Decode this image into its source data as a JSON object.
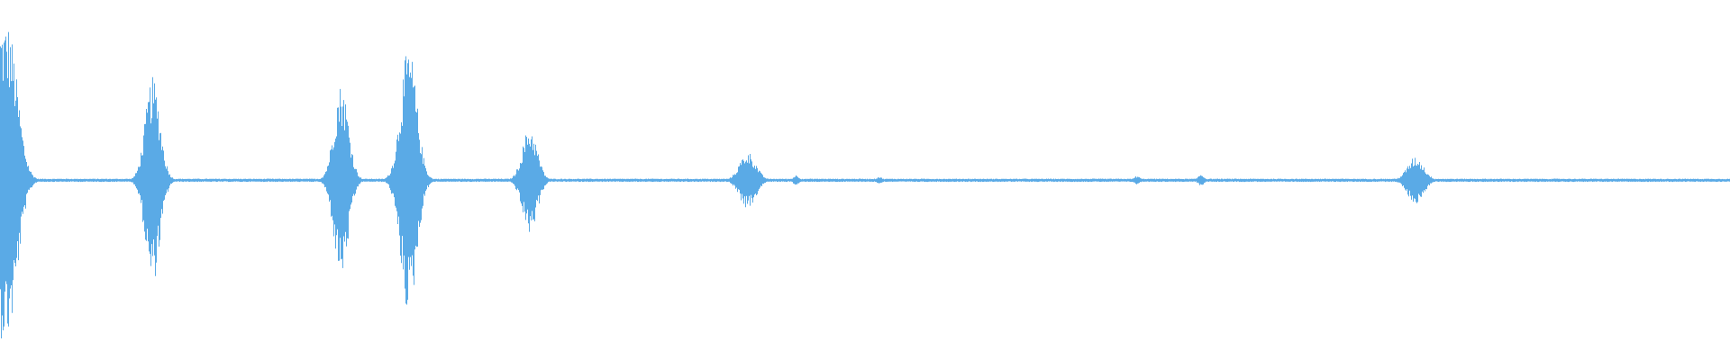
{
  "waveform": {
    "color": "#5aaae6",
    "background": "#ffffff",
    "baseline_amplitude": 0.008,
    "bursts": [
      {
        "center": 0.004,
        "width": 0.009,
        "amplitude": 0.95,
        "shape": "onset"
      },
      {
        "center": 0.088,
        "width": 0.01,
        "amplitude": 0.62
      },
      {
        "center": 0.197,
        "width": 0.01,
        "amplitude": 0.58
      },
      {
        "center": 0.236,
        "width": 0.011,
        "amplitude": 0.8
      },
      {
        "center": 0.306,
        "width": 0.01,
        "amplitude": 0.32
      },
      {
        "center": 0.432,
        "width": 0.011,
        "amplitude": 0.17
      },
      {
        "center": 0.818,
        "width": 0.011,
        "amplitude": 0.14
      },
      {
        "center": 0.694,
        "width": 0.004,
        "amplitude": 0.035
      },
      {
        "center": 0.657,
        "width": 0.004,
        "amplitude": 0.025
      },
      {
        "center": 0.46,
        "width": 0.004,
        "amplitude": 0.03
      },
      {
        "center": 0.508,
        "width": 0.004,
        "amplitude": 0.02
      }
    ]
  }
}
